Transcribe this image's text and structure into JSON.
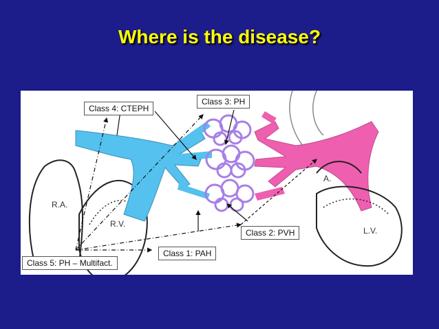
{
  "title": "Where is the disease?",
  "labels": {
    "class4": "Class 4: CTEPH",
    "class3": "Class 3: PH",
    "class2": "Class 2: PVH",
    "class1": "Class 1: PAH",
    "class5": "Class 5: PH – Multifact."
  },
  "chambers": {
    "ra": "R.A.",
    "rv": "R.V.",
    "lv": "L.V.",
    "la": "A."
  },
  "colors": {
    "background": "#1c1c8a",
    "title": "#ffff00",
    "arteries": "#55c1ee",
    "veins": "#ee5fb0",
    "capillaries": "#a77fe6"
  }
}
